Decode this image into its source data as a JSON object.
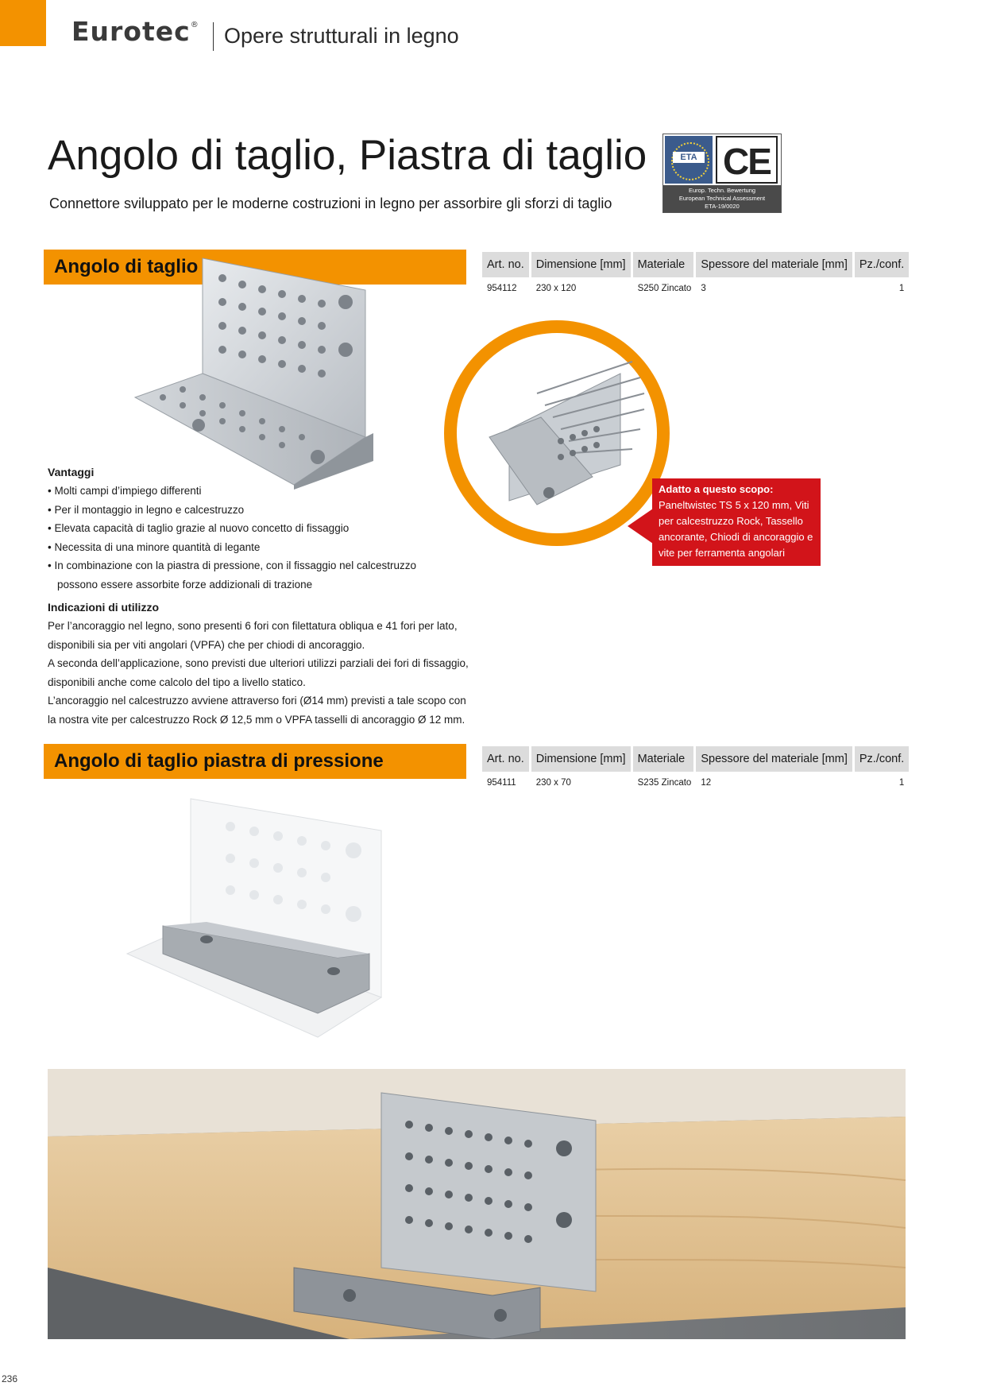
{
  "header": {
    "brand": "Eurotec",
    "registered": "®",
    "section": "Opere strutturali in legno"
  },
  "page": {
    "title": "Angolo di taglio, Piastra di taglio",
    "subtitle": "Connettore sviluppato per le moderne costruzioni in legno per assorbire gli sforzi di taglio",
    "number": "236"
  },
  "certification": {
    "eta_label": "ETA",
    "ce_mark": "CE",
    "lines": [
      "Europ. Techn. Bewertung",
      "European Technical Assessment",
      "ETA-19/0020"
    ]
  },
  "columns": [
    "Art. no.",
    "Dimensione [mm]",
    "Materiale",
    "Spessore del materiale [mm]",
    "Pz./conf."
  ],
  "section1": {
    "title": "Angolo di taglio",
    "row": {
      "art": "954112",
      "dim": "230 x 120",
      "mat": "S250 Zincato",
      "thick": "3",
      "qty": "1"
    }
  },
  "advantages": {
    "title": "Vantaggi",
    "items": [
      "• Molti campi d’impiego differenti",
      "• Per il montaggio in legno e calcestruzzo",
      "• Elevata capacità di taglio grazie al nuovo concetto di fissaggio",
      "• Necessita di una minore quantità di legante",
      "• In combinazione con la piastra di pressione, con il fissaggio nel calcestruzzo possono essere assorbite forze addizionali di trazione"
    ]
  },
  "usage": {
    "title": "Indicazioni di utilizzo",
    "paragraphs": [
      "Per l’ancoraggio nel legno, sono presenti 6 fori con filettatura obliqua e 41 fori per lato, disponibili sia per viti angolari (VPFA) che per chiodi di ancoraggio.",
      "A seconda dell’applicazione, sono previsti due ulteriori utilizzi parziali dei fori di fissaggio, disponibili anche come calcolo del tipo a livello statico.",
      "L’ancoraggio nel calcestruzzo avviene attraverso fori (Ø14 mm) previsti a tale scopo con la nostra vite per calcestruzzo Rock Ø 12,5 mm o VPFA tasselli di ancoraggio Ø 12 mm."
    ]
  },
  "suitable": {
    "title": "Adatto a questo scopo:",
    "text": "Paneltwistec TS 5 x 120 mm, Viti per calcestruzzo Rock, Tassello ancorante, Chiodi di ancoraggio e vite per ferramenta angolari"
  },
  "section2": {
    "title": "Angolo di taglio piastra di pressione",
    "row": {
      "art": "954111",
      "dim": "230 x 70",
      "mat": "S235 Zincato",
      "thick": "12",
      "qty": "1"
    }
  },
  "colors": {
    "orange": "#f39200",
    "red": "#d2141a",
    "gray": "#dcdcdc"
  }
}
